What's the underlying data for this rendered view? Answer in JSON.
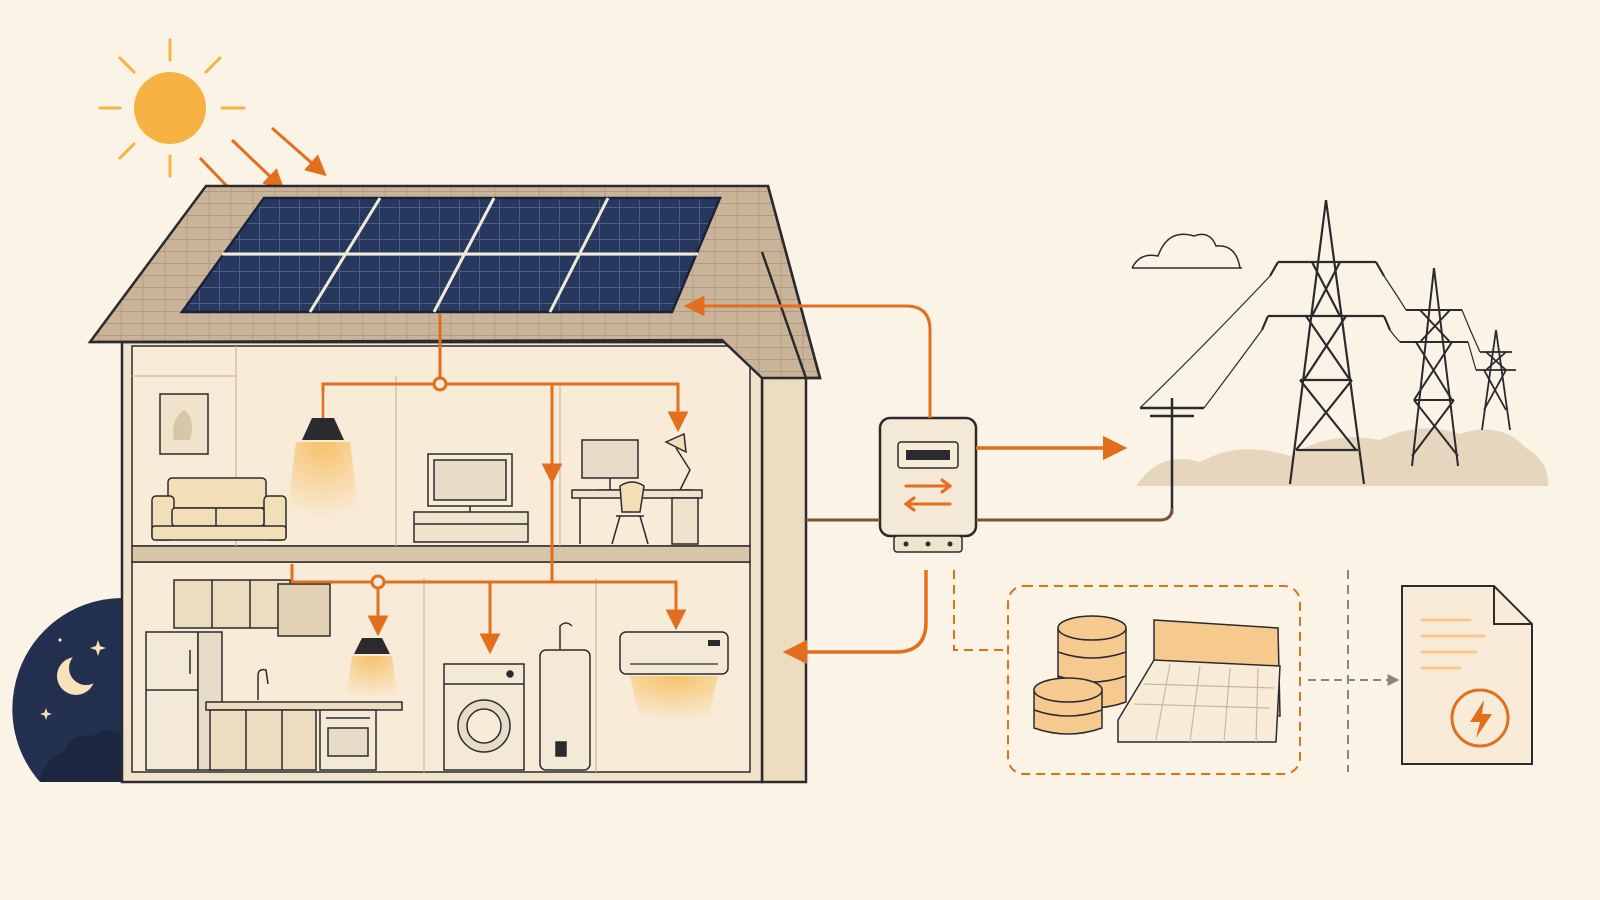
{
  "colors": {
    "background": "#fbf3e6",
    "outline": "#2b2a2e",
    "flow": "#e26f1e",
    "sun": "#f7b244",
    "panel": "#27385e",
    "roof": "#c9b49a",
    "wall": "#f0e3cc",
    "interior": "#f8ecd9",
    "night": "#24304f",
    "accent_fill": "#f6c98e"
  },
  "icons": [
    "sun-icon",
    "moon-icon",
    "cloud-icon",
    "solar-panel-icon",
    "lamp-icon",
    "sofa-icon",
    "tv-icon",
    "desk-lamp-icon",
    "desk-icon",
    "chair-icon",
    "fridge-icon",
    "kitchen-cabinet-icon",
    "sink-icon",
    "oven-icon",
    "washing-machine-icon",
    "water-heater-icon",
    "air-conditioner-icon",
    "smart-meter-icon",
    "exchange-arrows-icon",
    "power-pylon-icon",
    "utility-pole-icon",
    "coins-icon",
    "calendar-icon",
    "bill-document-icon",
    "lightning-icon"
  ],
  "diagram": {
    "nodes": [
      "sun",
      "solar-roof",
      "house-upper-floor",
      "house-lower-floor",
      "bidirectional-meter",
      "power-grid",
      "savings-and-billing",
      "electricity-bill"
    ],
    "edges": [
      {
        "from": "sun",
        "to": "solar-roof",
        "style": "solid"
      },
      {
        "from": "solar-roof",
        "to": "house-upper-floor",
        "style": "solid"
      },
      {
        "from": "house-upper-floor",
        "to": "house-lower-floor",
        "style": "solid"
      },
      {
        "from": "bidirectional-meter",
        "to": "solar-roof",
        "style": "solid"
      },
      {
        "from": "bidirectional-meter",
        "to": "power-grid",
        "style": "solid"
      },
      {
        "from": "bidirectional-meter",
        "to": "house-lower-floor",
        "style": "solid"
      },
      {
        "from": "bidirectional-meter",
        "to": "savings-and-billing",
        "style": "dashed"
      },
      {
        "from": "savings-and-billing",
        "to": "electricity-bill",
        "style": "dashed"
      }
    ]
  }
}
